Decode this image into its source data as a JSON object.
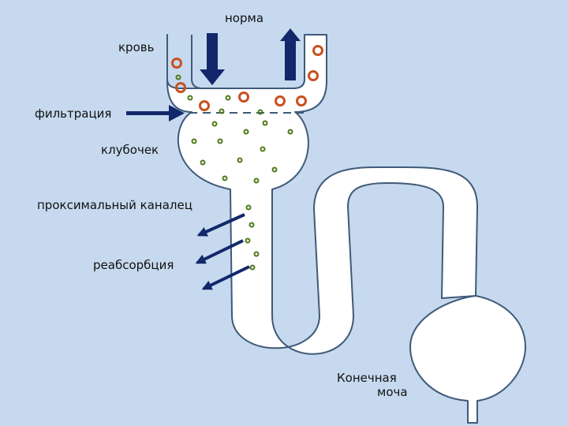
{
  "labels": {
    "norm": "норма",
    "blood": "кровь",
    "filtration": "фильтрация",
    "glomerulus": "клубочек",
    "proximal": "проксимальный каналец",
    "reabsorption": "реабсорбция",
    "urine_line1": "Конечная",
    "urine_line2": "моча"
  },
  "colors": {
    "background": "#c6d9ef",
    "tubule_fill": "#ffffff",
    "outline": "#3f5a78",
    "arrow": "#12286b",
    "red_cell": "#c8501e",
    "small_particle": "#4f7a1a"
  }
}
